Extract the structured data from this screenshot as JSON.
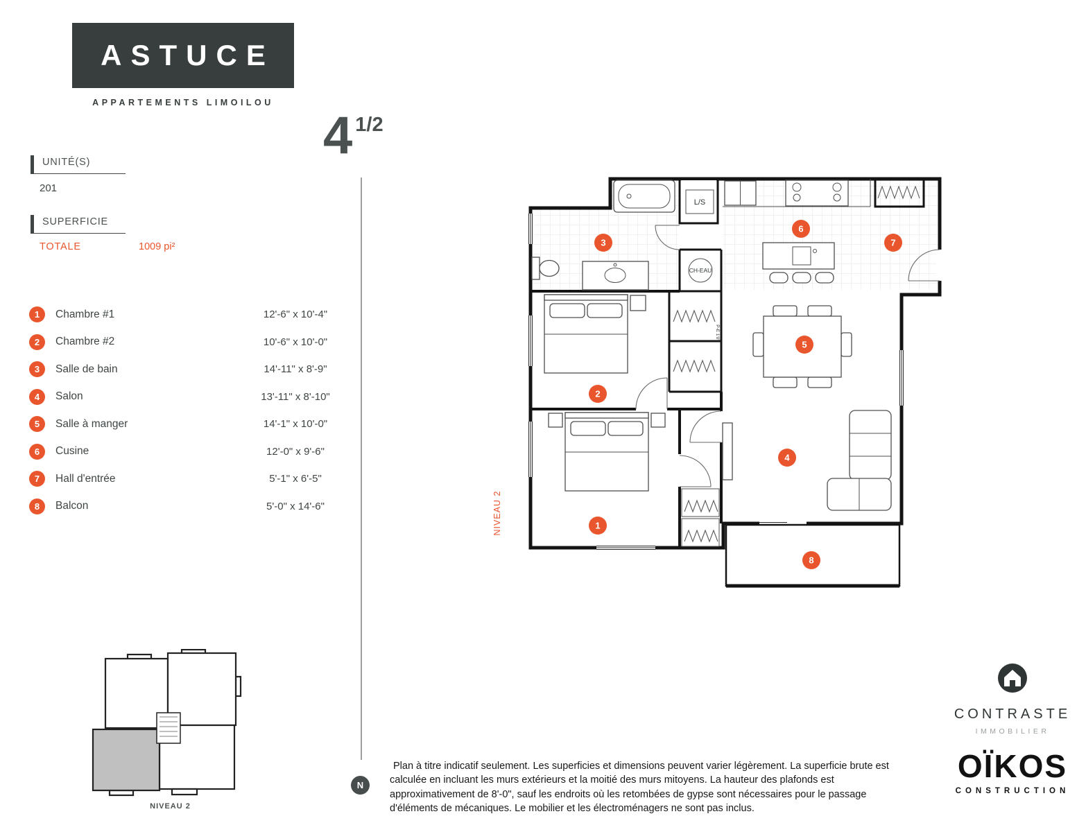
{
  "colors": {
    "accent": "#e9552d",
    "dark": "#383d3d"
  },
  "brand": {
    "logo_main": "ASTUC",
    "logo_last": "E",
    "subtitle": "APPARTEMENTS LIMOILOU"
  },
  "title": {
    "number": "4",
    "fraction": "1/2"
  },
  "sidebar": {
    "unit_label": "UNITÉ(S)",
    "unit_value": "201",
    "superficie_label": "SUPERFICIE",
    "totale_label": "TOTALE",
    "totale_value": "1009 pi²",
    "legend": [
      {
        "num": "1",
        "label": "Chambre #1",
        "dims": "12'-6\" x 10'-4\""
      },
      {
        "num": "2",
        "label": "Chambre #2",
        "dims": "10'-6\" x 10'-0\""
      },
      {
        "num": "3",
        "label": "Salle de bain",
        "dims": "14'-11\" x 8'-9\""
      },
      {
        "num": "4",
        "label": "Salon",
        "dims": "13'-11\" x 8'-10\""
      },
      {
        "num": "5",
        "label": "Salle à manger",
        "dims": "14'-1\" x 10'-0\""
      },
      {
        "num": "6",
        "label": "Cusine",
        "dims": "12'-0\" x 9'-6\""
      },
      {
        "num": "7",
        "label": "Hall d'entrée",
        "dims": "5'-1\" x 6'-5\""
      },
      {
        "num": "8",
        "label": "Balcon",
        "dims": "5'-0\" x 14'-6\""
      }
    ]
  },
  "plan": {
    "niveau_label": "NIVEAU 2",
    "labels": {
      "laundry": "L/S",
      "water_heater": "CH-EAU",
      "closet": "P-E 1'0\""
    },
    "markers": [
      "1",
      "2",
      "3",
      "4",
      "5",
      "6",
      "7",
      "8"
    ]
  },
  "overview": {
    "caption": "NIVEAU 2"
  },
  "note": {
    "north_letter": "N",
    "text": "Plan à titre indicatif seulement. Les superficies et dimensions peuvent varier légèrement. La superficie brute est calculée en incluant les murs extérieurs et la moitié des murs mitoyens. La hauteur des plafonds est approximativement de 8'-0\", sauf les endroits où les retombées de gypse sont nécessaires pour le passage d'éléments de mécaniques. Le mobilier et les électroménagers ne sont pas inclus."
  },
  "footer": {
    "contraste": {
      "name": "CONTRASTE",
      "tagline": "IMMOBILIER"
    },
    "oikos": {
      "name": "OÏKOS",
      "tagline": "CONSTRUCTION"
    }
  }
}
